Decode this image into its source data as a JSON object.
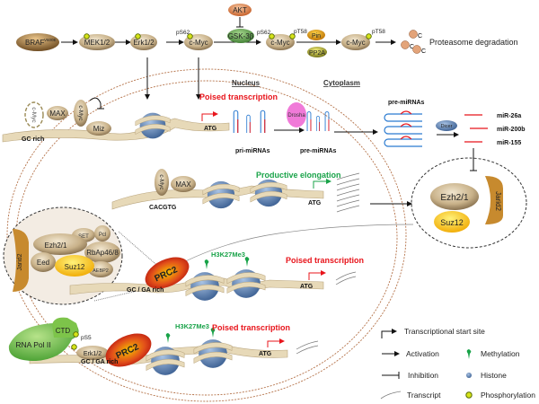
{
  "colors": {
    "red": "#e8141b",
    "green": "#19a349",
    "nucleus_border": "#b5734a",
    "protein_tan": "#c9b28a",
    "histone_blue": "#5f86b8",
    "phospho_yellow": "#d6e31a",
    "prc2_red": "#d62a10",
    "suz12_yellow": "#f2c200",
    "polII_green": "#6abf3a"
  },
  "pathway": {
    "braf": "BRAF",
    "braf_sup": "V600E",
    "mek": "MEK1/2",
    "erk": "Erk1/2",
    "cmyc": "c-Myc",
    "akt": "AKT",
    "gsk": "GSK-3β",
    "ps62": "pS62",
    "pt58": "pT58",
    "pin": "Pin",
    "pp2a": "PP2A",
    "degradation": "Proteasome degradation",
    "proteasome_c": "C"
  },
  "compartments": {
    "nucleus": "Nucleus",
    "cytoplasm": "Cytoplasm"
  },
  "row1": {
    "cmyc": "c-Myc",
    "max": "MAX",
    "miz": "Miz",
    "gc_rich": "GC rich",
    "atg": "ATG",
    "poised": "Poised transcription",
    "pri_mirnas": "pri-miRNAs",
    "drosha": "Drosha",
    "pre_mirnas": "pre-miRNAs"
  },
  "cytoplasm": {
    "pre_mirnas": "pre-miRNAs",
    "dicer": "Dicer",
    "mirs": [
      "miR-26a",
      "miR-200b",
      "miR-155"
    ]
  },
  "row2": {
    "cmyc": "c-Myc",
    "max": "MAX",
    "cacgtg": "CACGTG",
    "atg": "ATG",
    "productive": "Productive elongation"
  },
  "prc2_cyto": {
    "ezh2": "Ezh2/1",
    "jarid2": "Jarid2",
    "suz12": "Suz12"
  },
  "prc2_inset": {
    "jarid2": "Jarid2",
    "ezh2": "Ezh2/1",
    "set": "SET",
    "pcl": "Pcl",
    "eed": "Eed",
    "rbap": "RbAp46/8",
    "suz12": "Suz12",
    "aebp2": "AEBP2"
  },
  "row3": {
    "prc2": "PRC2",
    "h3k27": "H3K27Me3",
    "poised": "Poised transcription",
    "gc_ga": "GC  /  GA  rich",
    "atg": "ATG"
  },
  "row4": {
    "polII": "RNA Pol II",
    "ctd": "CTD",
    "ps5": "pS5",
    "erk": "Erk1/2",
    "prc2": "PRC2",
    "h3k27": "H3K27Me3",
    "poised": "Poised transcription",
    "gc_ga": "GC  /  GA  rich",
    "atg": "ATG"
  },
  "legend": {
    "tss": "Transcriptional start site",
    "activation": "Activation",
    "inhibition": "Inhibition",
    "transcript": "Transcript",
    "methylation": "Methylation",
    "histone": "Histone",
    "phosphorylation": "Phosphorylation"
  }
}
